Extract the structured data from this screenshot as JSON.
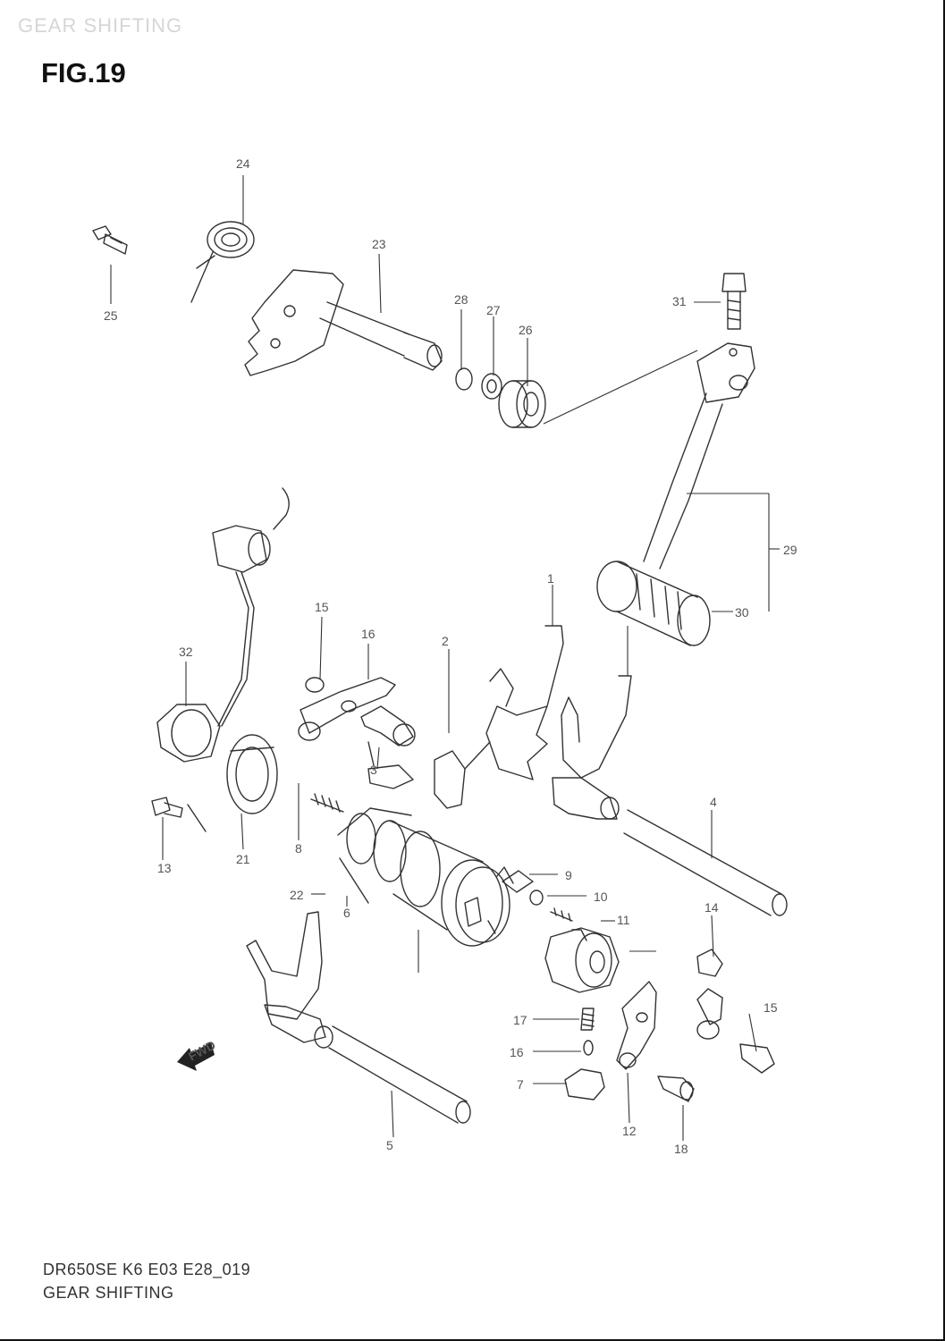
{
  "header": {
    "watermark": "GEAR SHIFTING",
    "figure": "FIG.19"
  },
  "footer": {
    "code": "DR650SE K6 E03 E28_019",
    "title": "GEAR SHIFTING"
  },
  "direction_marker": "FWD",
  "callouts": [
    "24",
    "25",
    "23",
    "28",
    "27",
    "26",
    "31",
    "29",
    "30",
    "32",
    "15",
    "16",
    "1",
    "2",
    "3",
    "4",
    "21",
    "8",
    "9",
    "10",
    "11",
    "14",
    "15",
    "13",
    "16",
    "17",
    "12",
    "18",
    "22",
    "6",
    "5",
    "7"
  ]
}
